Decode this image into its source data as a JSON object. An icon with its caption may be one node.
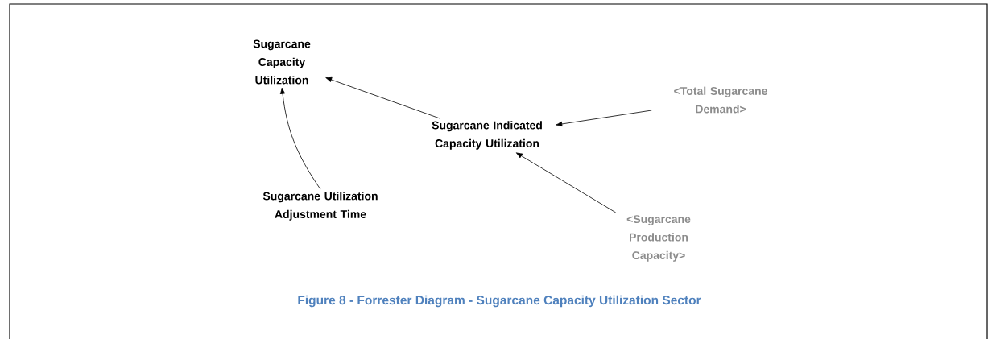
{
  "diagram": {
    "caption": "Figure 8 - Forrester Diagram - Sugarcane Capacity Utilization Sector",
    "nodes": [
      {
        "text": [
          "Sugarcane Capacity Utilization"
        ]
      },
      {
        "text": [
          "Sugarcane Indicated Capacity Utilization"
        ]
      },
      {
        "text": [
          "<Total Sugarcane Demand>"
        ]
      },
      {
        "text": [
          "Sugarcane Utilization Adjustment Time"
        ]
      },
      {
        "text": [
          "<Sugarcane Production Capacity>"
        ]
      }
    ],
    "edges": [
      {
        "from": 1,
        "to": 0,
        "arrow": "to"
      },
      {
        "from": 2,
        "to": 1,
        "arrow": "to"
      },
      {
        "from": 4,
        "to": 1,
        "arrow": "to"
      },
      {
        "from": 3,
        "to": 0,
        "arrow": "to"
      }
    ]
  }
}
